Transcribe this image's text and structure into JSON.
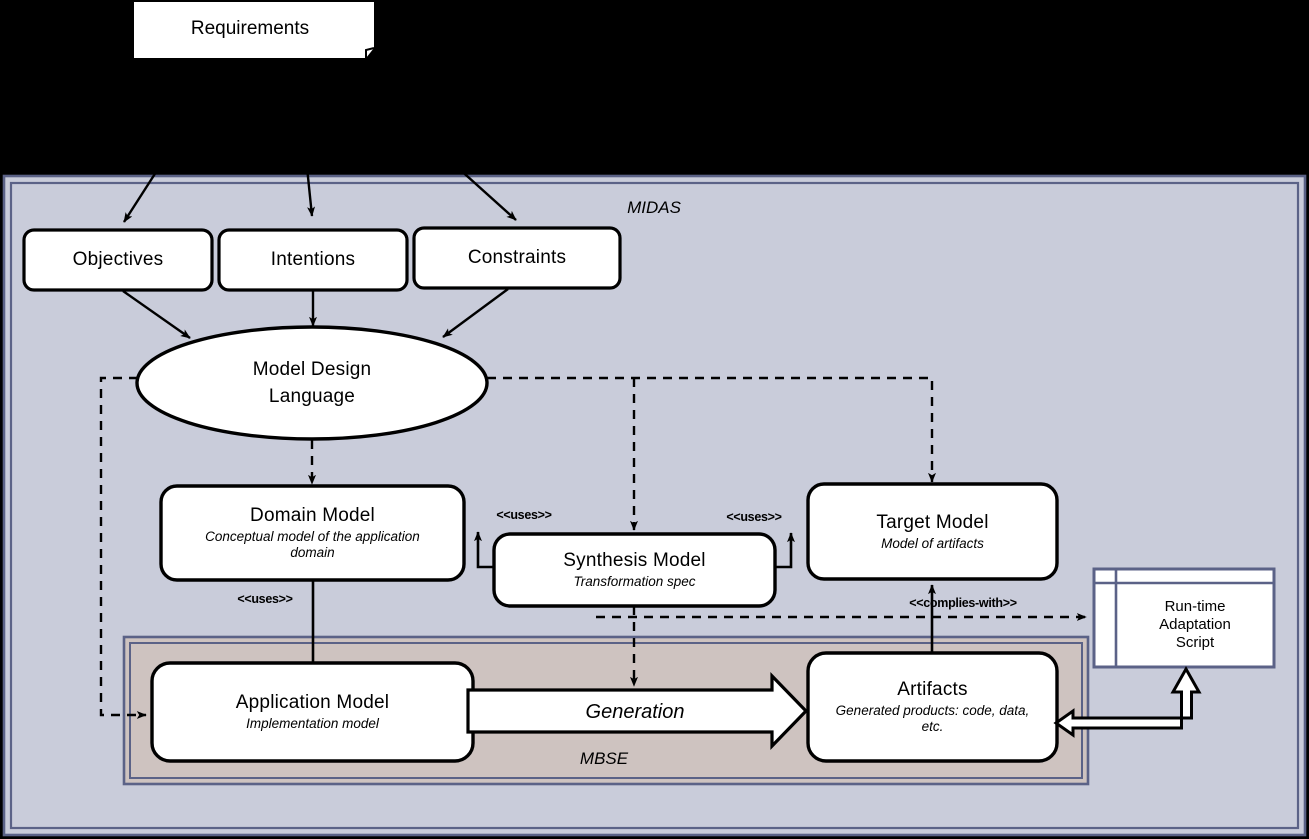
{
  "diagram": {
    "title_groups": {
      "outer": "MIDAS",
      "inner": "MBSE"
    },
    "nodes": {
      "requirements": {
        "label": "Requirements",
        "shape": "document"
      },
      "objectives": {
        "label": "Objectives",
        "shape": "rounded-rect"
      },
      "intentions": {
        "label": "Intentions",
        "shape": "rounded-rect"
      },
      "constraints": {
        "label": "Constraints",
        "shape": "rounded-rect"
      },
      "model_design_language": {
        "label_line1": "Model Design",
        "label_line2": "Language",
        "shape": "ellipse"
      },
      "domain_model": {
        "title": "Domain Model",
        "subtitle": "Conceptual model of the application domain",
        "shape": "rounded-rect"
      },
      "synthesis_model": {
        "title": "Synthesis Model",
        "subtitle": "Transformation spec",
        "shape": "rounded-rect"
      },
      "target_model": {
        "title": "Target Model",
        "subtitle": "Model of artifacts",
        "shape": "rounded-rect"
      },
      "application_model": {
        "title": "Application Model",
        "subtitle": "Implementation model",
        "shape": "rounded-rect"
      },
      "artifacts": {
        "title": "Artifacts",
        "subtitle": "Generated products: code, data, etc.",
        "shape": "rounded-rect"
      },
      "runtime_adaptation_script": {
        "label_line1": "Run-time",
        "label_line2": "Adaptation",
        "label_line3": "Script",
        "shape": "script-frame"
      }
    },
    "edge_labels": {
      "uses_synthesis_to_domain": "<<uses>>",
      "uses_domain_to_application": "<<uses>>",
      "uses_synthesis_to_target": "<<uses>>",
      "complies_with": "<<complies-with>>",
      "generation": "Generation"
    },
    "colors": {
      "page_background": "#000000",
      "midas_fill": "#C9CCDA",
      "mbse_fill": "#CEC3C0",
      "container_border": "#5B6287",
      "node_fill": "#FFFFFF",
      "node_stroke": "#000000",
      "script_stroke": "#5B6287"
    }
  }
}
